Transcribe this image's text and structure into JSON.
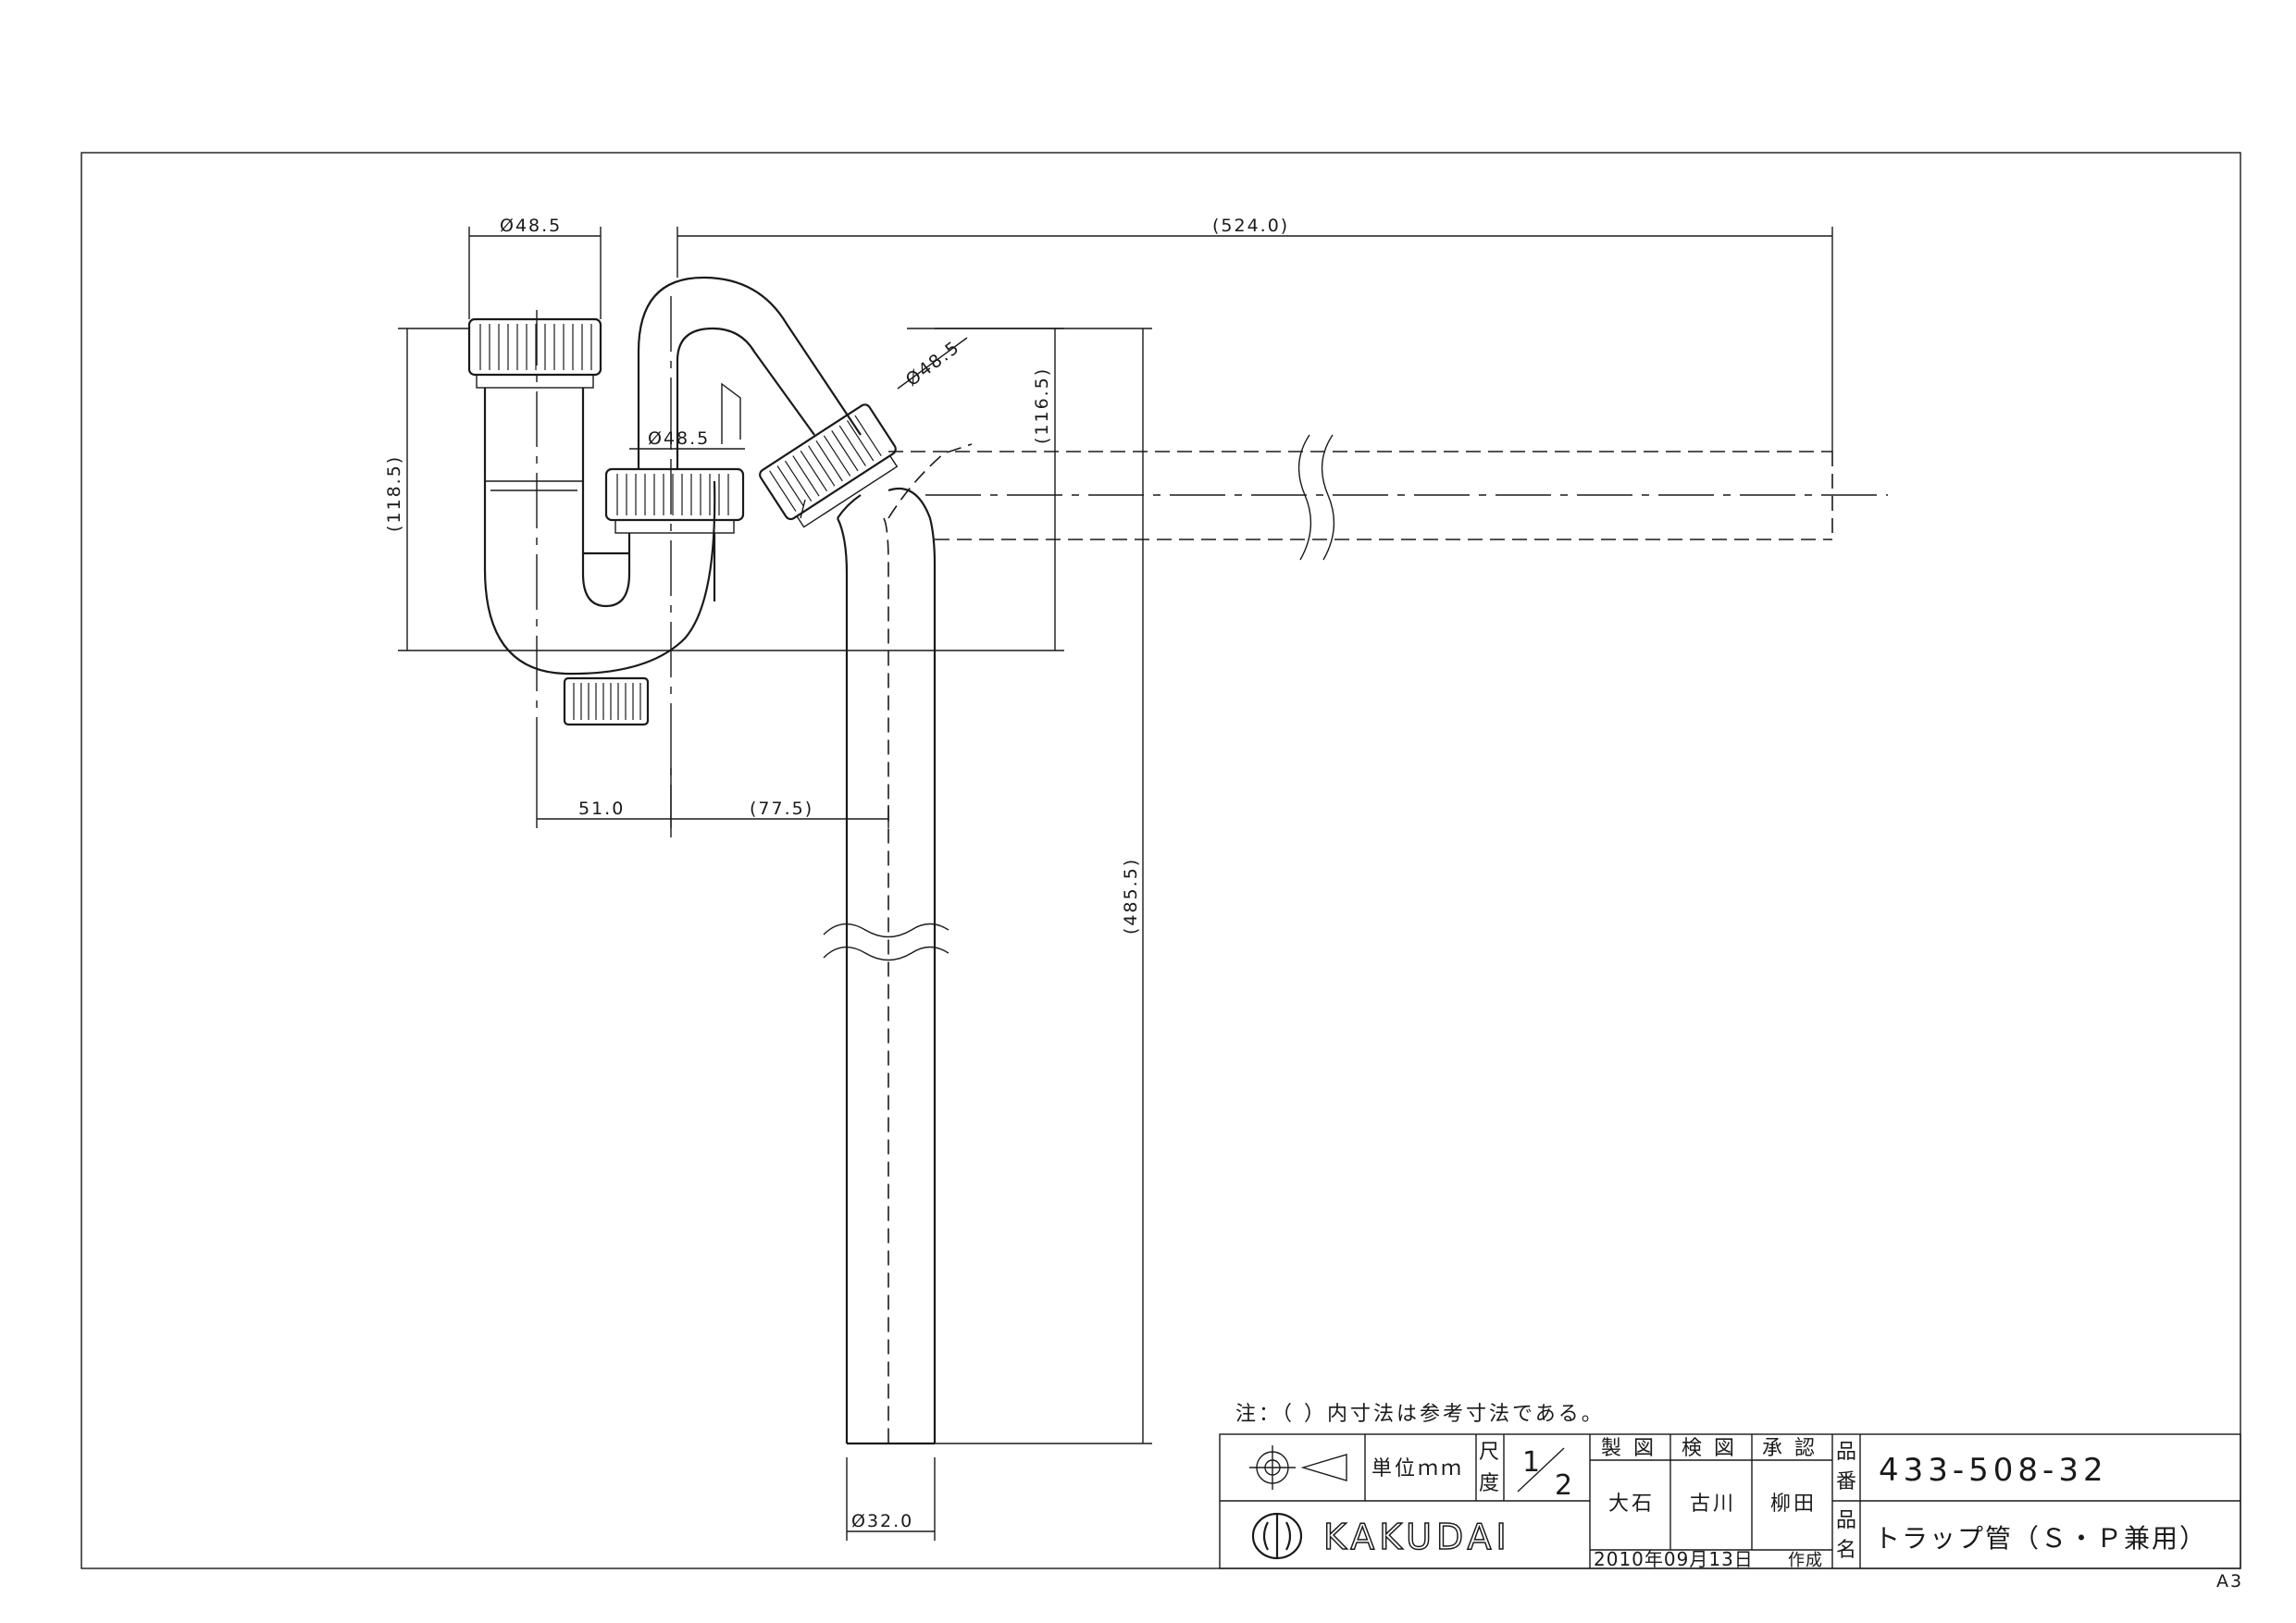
{
  "dimensions": {
    "top_nut_dia": "Ø48.5",
    "overall_length": "(524.0)",
    "height_left": "(118.5)",
    "height_right": "(116.5)",
    "inlet_nut_dia": "Ø48.5",
    "angled_nut_dia": "Ø48.5",
    "offset_51": "51.0",
    "offset_77": "(77.5)",
    "vertical_length": "(485.5)",
    "pipe_dia": "Ø32.0"
  },
  "note": "注：（ ）内寸法は参考寸法である。",
  "title_block": {
    "unit_label": "単位ｍｍ",
    "scale_label_1": "尺",
    "scale_label_2": "度",
    "scale_num": "1",
    "scale_den": "2",
    "made_label": "製 図",
    "checked_label": "検 図",
    "approved_label": "承 認",
    "made_by": "大石",
    "checked_by": "古川",
    "approved_by": "柳田",
    "part_no_label_1": "品",
    "part_no_label_2": "番",
    "part_no": "433-508-32",
    "name_label_1": "品",
    "name_label_2": "名",
    "part_name": "トラップ管（Ｓ・Ｐ兼用）",
    "date": "2010年09月13日",
    "created": "作成",
    "company": "KAKUDAI"
  },
  "sheet_size": "A3"
}
